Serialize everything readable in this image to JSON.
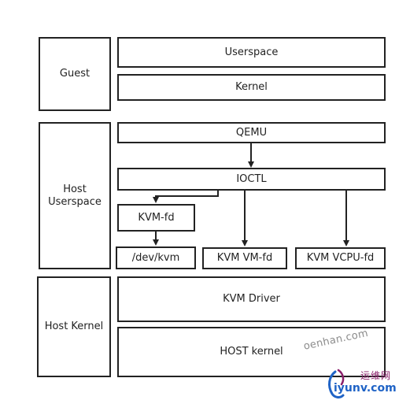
{
  "guest": {
    "label": "Guest",
    "userspace": "Userspace",
    "kernel": "Kernel"
  },
  "host_userspace": {
    "label_line1": "Host",
    "label_line2": "Userspace",
    "qemu": "QEMU",
    "ioctl": "IOCTL",
    "kvm_fd": "KVM-fd",
    "dev_kvm": "/dev/kvm",
    "kvm_vm_fd": "KVM VM-fd",
    "kvm_vcpu_fd": "KVM VCPU-fd"
  },
  "host_kernel": {
    "label": "Host Kernel",
    "kvm_driver": "KVM Driver",
    "host_kernel_box": "HOST kernel"
  },
  "watermarks": {
    "site_text": "oenhan.com",
    "logo_cn": "运维网",
    "logo_url": "iyunv.com"
  },
  "colors": {
    "stroke": "#222222",
    "background": "#ffffff",
    "watermark_gray": "#8c8c8c",
    "watermark_blue": "#1f63c6",
    "watermark_magenta": "#8a1f6a"
  }
}
